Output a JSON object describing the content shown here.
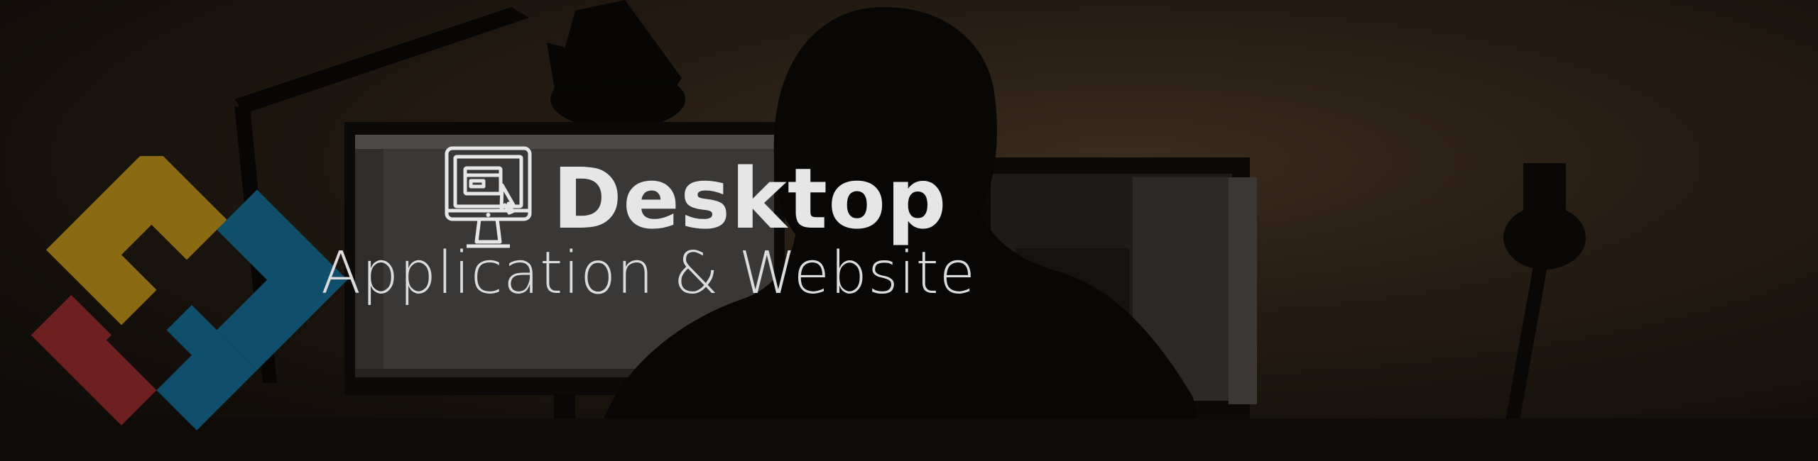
{
  "banner": {
    "title": "Desktop",
    "subtitle": "Application & Website"
  },
  "icons": {
    "headline_icon": "desktop-monitor-cursor-icon",
    "logo": "company-logo"
  },
  "colors": {
    "title_text": "#e6e6e6",
    "logo_blue": "#0f4f6b",
    "logo_gold": "#8a6a13",
    "logo_red": "#6e2020"
  }
}
